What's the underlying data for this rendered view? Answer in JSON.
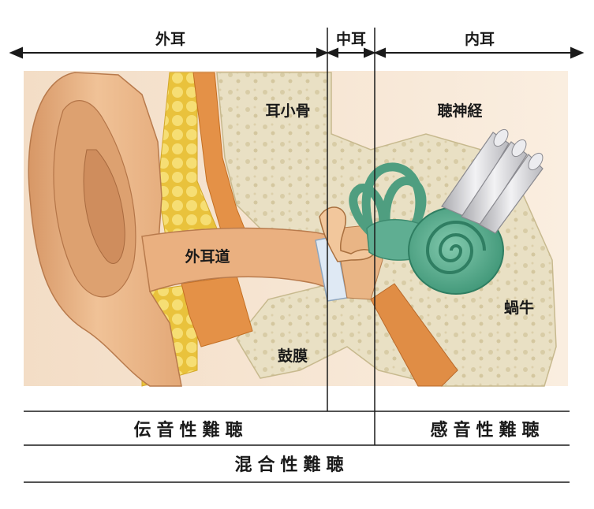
{
  "regions": {
    "outer": "外耳",
    "middle": "中耳",
    "inner": "内耳"
  },
  "parts": {
    "ossicles": "耳小骨",
    "auditory_nerve": "聴神経",
    "ear_canal": "外耳道",
    "eardrum": "鼓膜",
    "cochlea": "蝸牛"
  },
  "hearing_loss": {
    "conductive": "伝音性難聴",
    "sensorineural": "感音性難聴",
    "mixed": "混合性難聴"
  },
  "colors": {
    "skin": "#e8b07f",
    "bone": "#e6dcc0",
    "inner_ear": "#5fae92",
    "nerve": "#c9c9cc",
    "fat": "#f2d45a",
    "muscle": "#e08a3a"
  }
}
